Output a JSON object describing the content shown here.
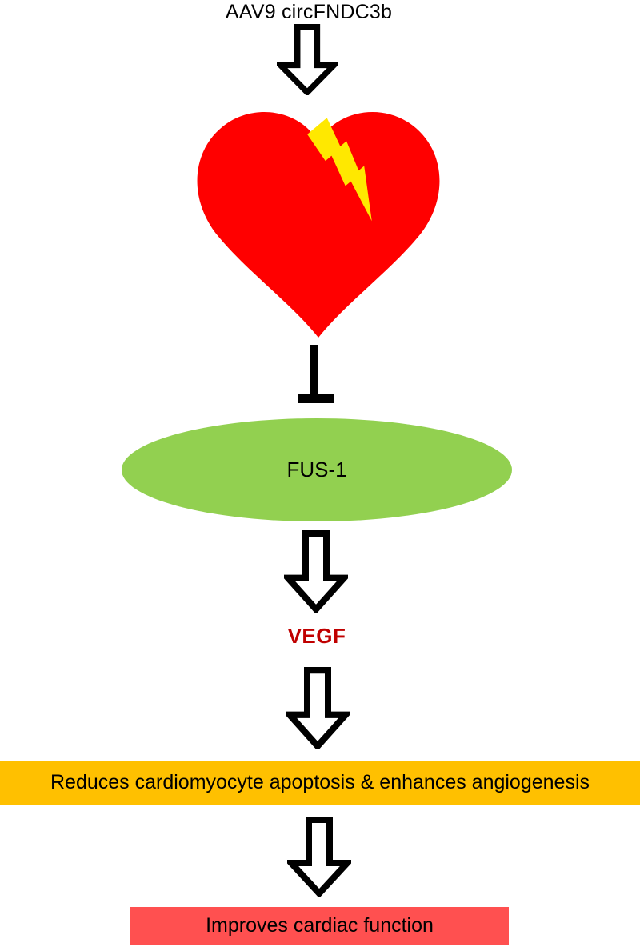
{
  "diagram": {
    "title": "AAV9 circFNDC3b",
    "nodes": {
      "heart": {
        "icon": "broken-heart-with-lightning",
        "heart_color": "#FF0000",
        "bolt_color": "#FFE800"
      },
      "fus1": {
        "label": "FUS-1",
        "fill": "#92D050",
        "text_color": "#000000"
      },
      "vegf": {
        "label": "VEGF",
        "text_color": "#C00000"
      },
      "effects": {
        "label": "Reduces cardiomyocyte apoptosis & enhances angiogenesis",
        "fill": "#FFC000",
        "text_color": "#000000"
      },
      "outcome": {
        "label": "Improves cardiac function",
        "fill": "#FF5050",
        "text_color": "#000000"
      }
    },
    "connectors": {
      "arrow_fill": "#FFFFFF",
      "arrow_outline": "#000000",
      "inhibition_color": "#000000"
    }
  }
}
